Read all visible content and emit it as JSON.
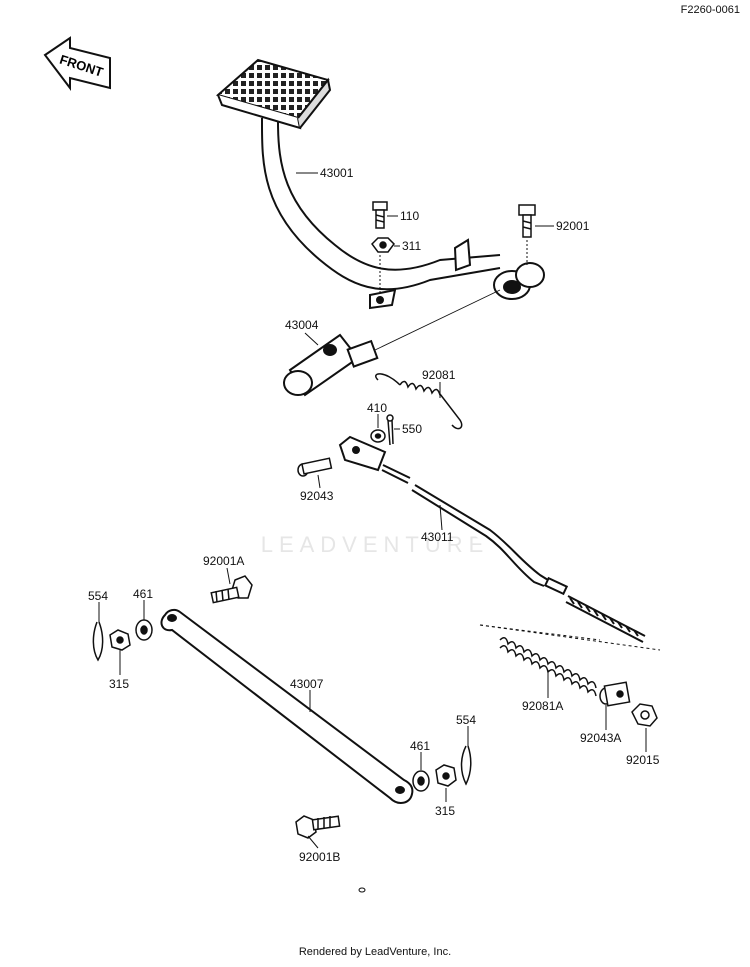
{
  "diagram_code": "F2260-0061",
  "front_label": "FRONT",
  "watermark": "LEADVENTURE",
  "footer": "Rendered by LeadVenture, Inc.",
  "parts": {
    "p43001": "43001",
    "p110": "110",
    "p311": "311",
    "p92001": "92001",
    "p43004": "43004",
    "p92081": "92081",
    "p410": "410",
    "p550": "550",
    "p92043": "92043",
    "p43011": "43011",
    "p92001A": "92001A",
    "p554a": "554",
    "p461a": "461",
    "p315a": "315",
    "p43007": "43007",
    "p92081A": "92081A",
    "p92043A": "92043A",
    "p92015": "92015",
    "p461b": "461",
    "p554b": "554",
    "p315b": "315",
    "p92001B": "92001B"
  }
}
